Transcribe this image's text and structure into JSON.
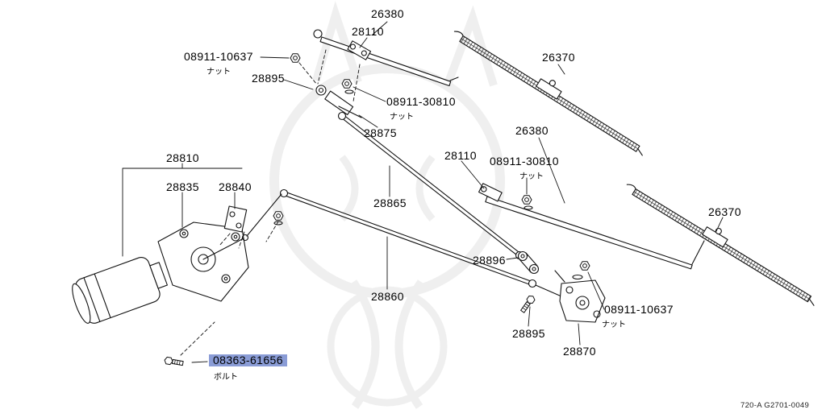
{
  "labels": {
    "arm_top": "26380",
    "arm_head_top": "28110",
    "nut_10637_top": "08911-10637",
    "pivot_cap_top": "28895",
    "nut_30810_top": "08911-30810",
    "blade_top": "26370",
    "pivot_link_top": "28875",
    "arm_mid": "26380",
    "arm_head_mid": "28110",
    "nut_30810_mid": "08911-30810",
    "motor_assembly": "28810",
    "motor": "28835",
    "mount_plate": "28840",
    "rod_upper": "28865",
    "blade_bottom": "26370",
    "connecting_link": "28896",
    "rod_lower": "28860",
    "nut_10637_bottom": "08911-10637",
    "pivot_bolt_bottom": "28895",
    "pivot_bottom": "28870",
    "bolt_highlighted": "08363-61656"
  },
  "annotations": {
    "nut": "ナット",
    "bolt": "ボルト"
  },
  "footer": {
    "drawing_code": "720-A G2701-0049"
  },
  "highlight": {
    "color": "#8a9cd6"
  }
}
